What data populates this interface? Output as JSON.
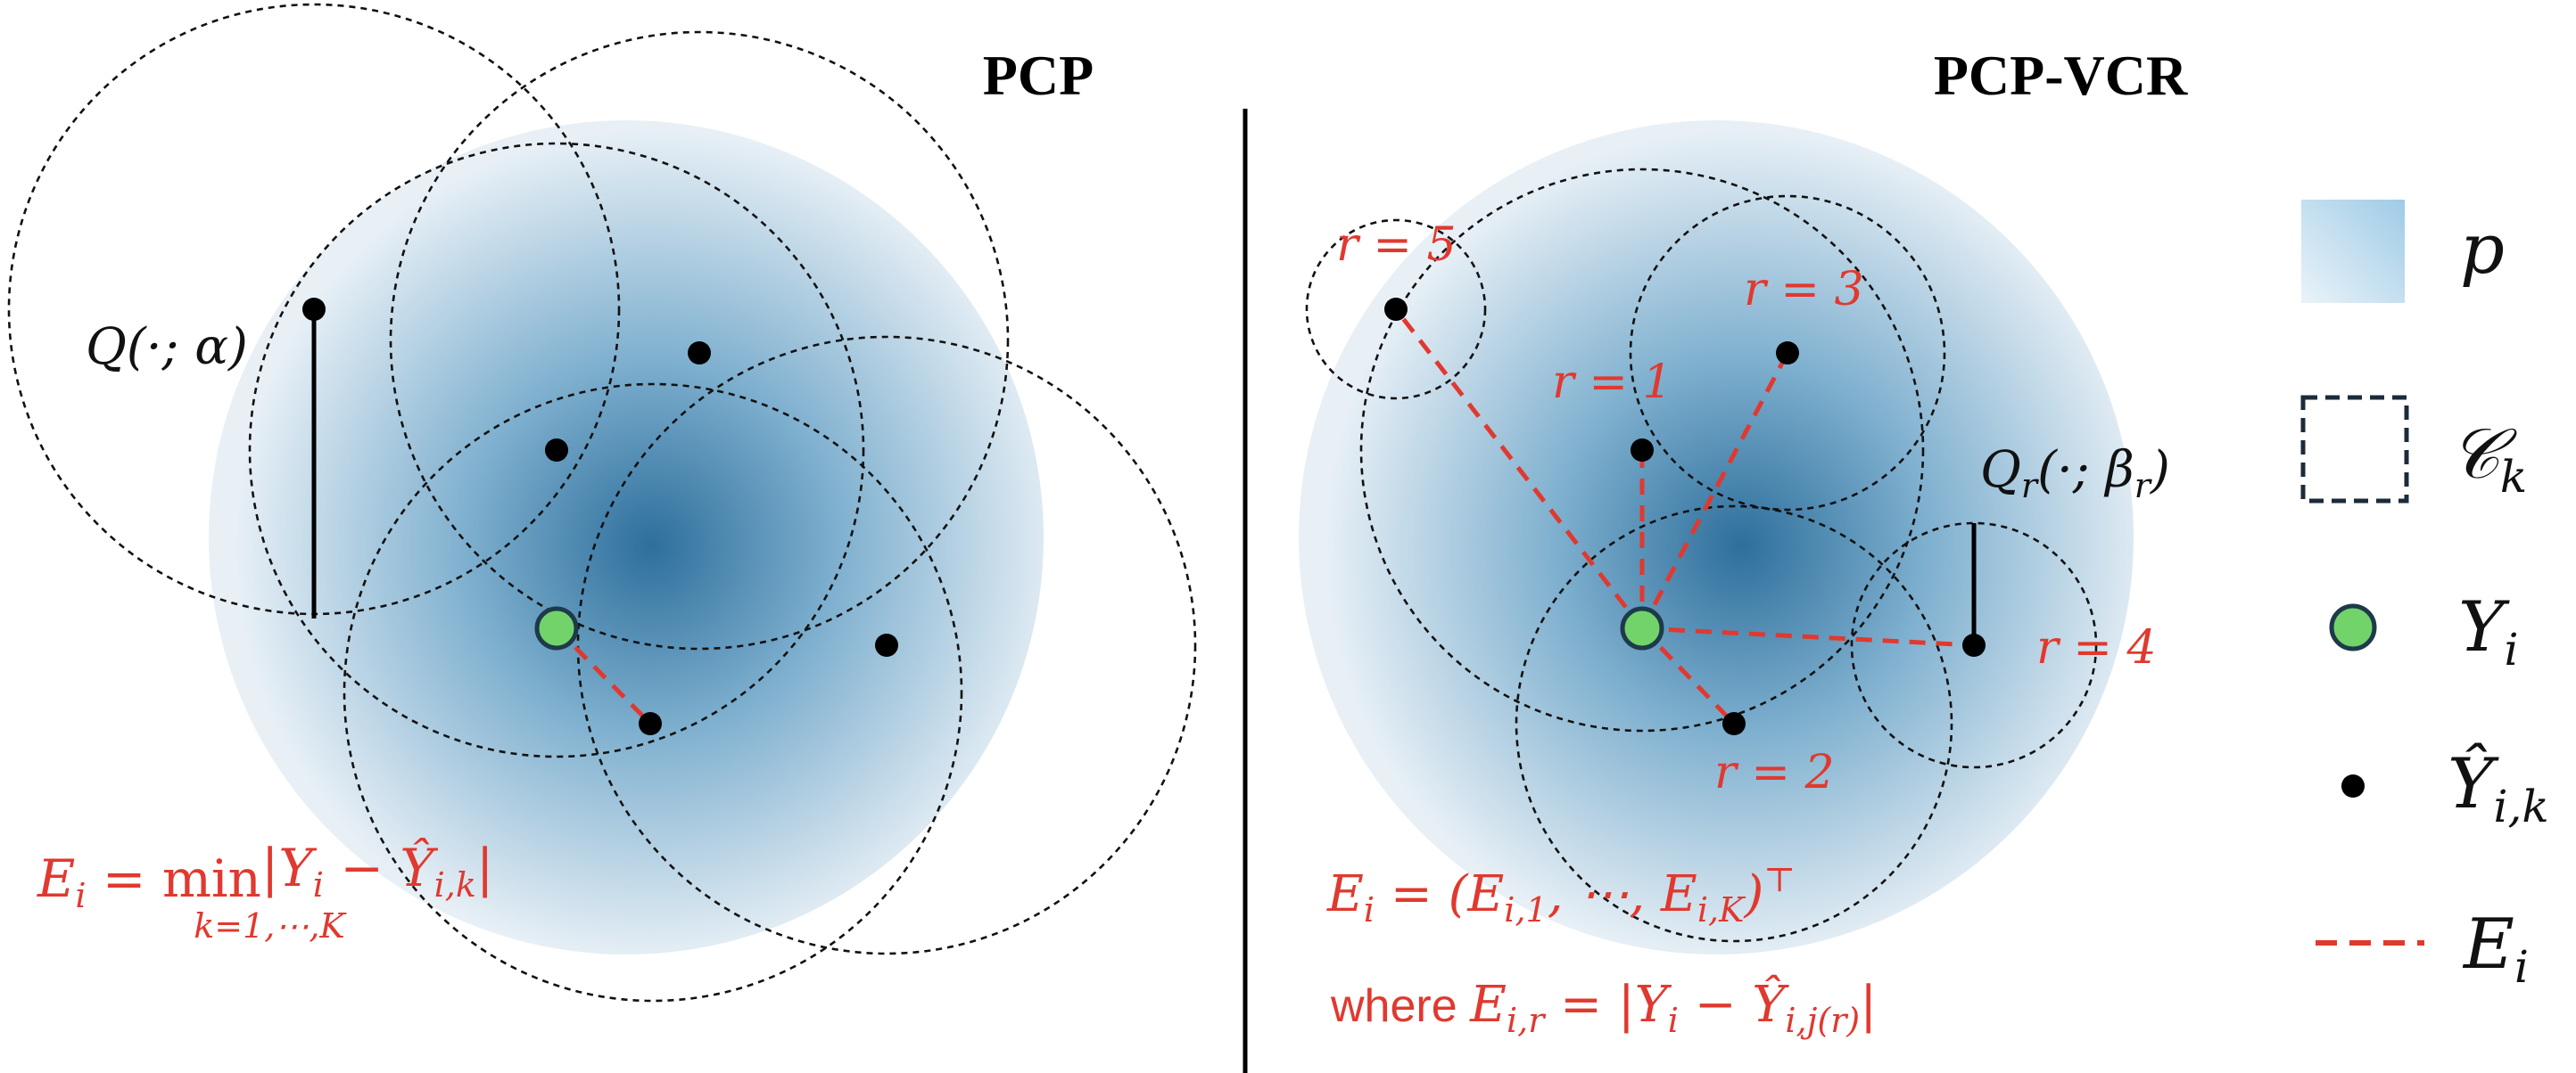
{
  "colors": {
    "density_center": "#2e6f9c",
    "density_edge": "#e8f0f6",
    "green_point": "#72d36b",
    "green_stroke": "#1e3a4a",
    "red": "#e0392f",
    "black": "#000000"
  },
  "panels": {
    "left": {
      "title": "PCP",
      "quantile_label": "Q(·; α)",
      "formula": {
        "lhs": "E",
        "lhs_sub": "i",
        "eq": " = ",
        "op": "min",
        "op_sub": "k=1,⋯,K",
        "body": "|Y",
        "body_sub": "i",
        "minus": " − Ŷ",
        "minus_sub": "i,k",
        "close": "|"
      }
    },
    "right": {
      "title": "PCP-VCR",
      "rank_labels": [
        "r = 5",
        "r = 1",
        "r = 3",
        "r = 4",
        "r = 2"
      ],
      "quantile_label": {
        "base": "Q",
        "sub": "r",
        "mid": "(·; β",
        "mid_sub": "r",
        "end": ")"
      },
      "formula1": {
        "lhs": "E",
        "lhs_sub": "i",
        "eq": " = (E",
        "a_sub": "i,1",
        "mid": ", ⋯, E",
        "b_sub": "i,K",
        "end": ")",
        "sup": "⊤"
      },
      "formula2": {
        "word": "where ",
        "lhs": "E",
        "lhs_sub": "i,r",
        "eq": " = |Y",
        "y_sub": "i",
        "minus": " − Ŷ",
        "minus_sub": "i,j(r)",
        "end": "|"
      }
    }
  },
  "legend": {
    "items": [
      {
        "key": "density",
        "label": "p",
        "sub": ""
      },
      {
        "key": "region",
        "label": "𝒞",
        "sub": "k"
      },
      {
        "key": "true",
        "label": "Y",
        "sub": "i"
      },
      {
        "key": "pred",
        "label": "Ŷ",
        "sub": "i,k"
      },
      {
        "key": "score",
        "label": "E",
        "sub": "i"
      }
    ]
  }
}
